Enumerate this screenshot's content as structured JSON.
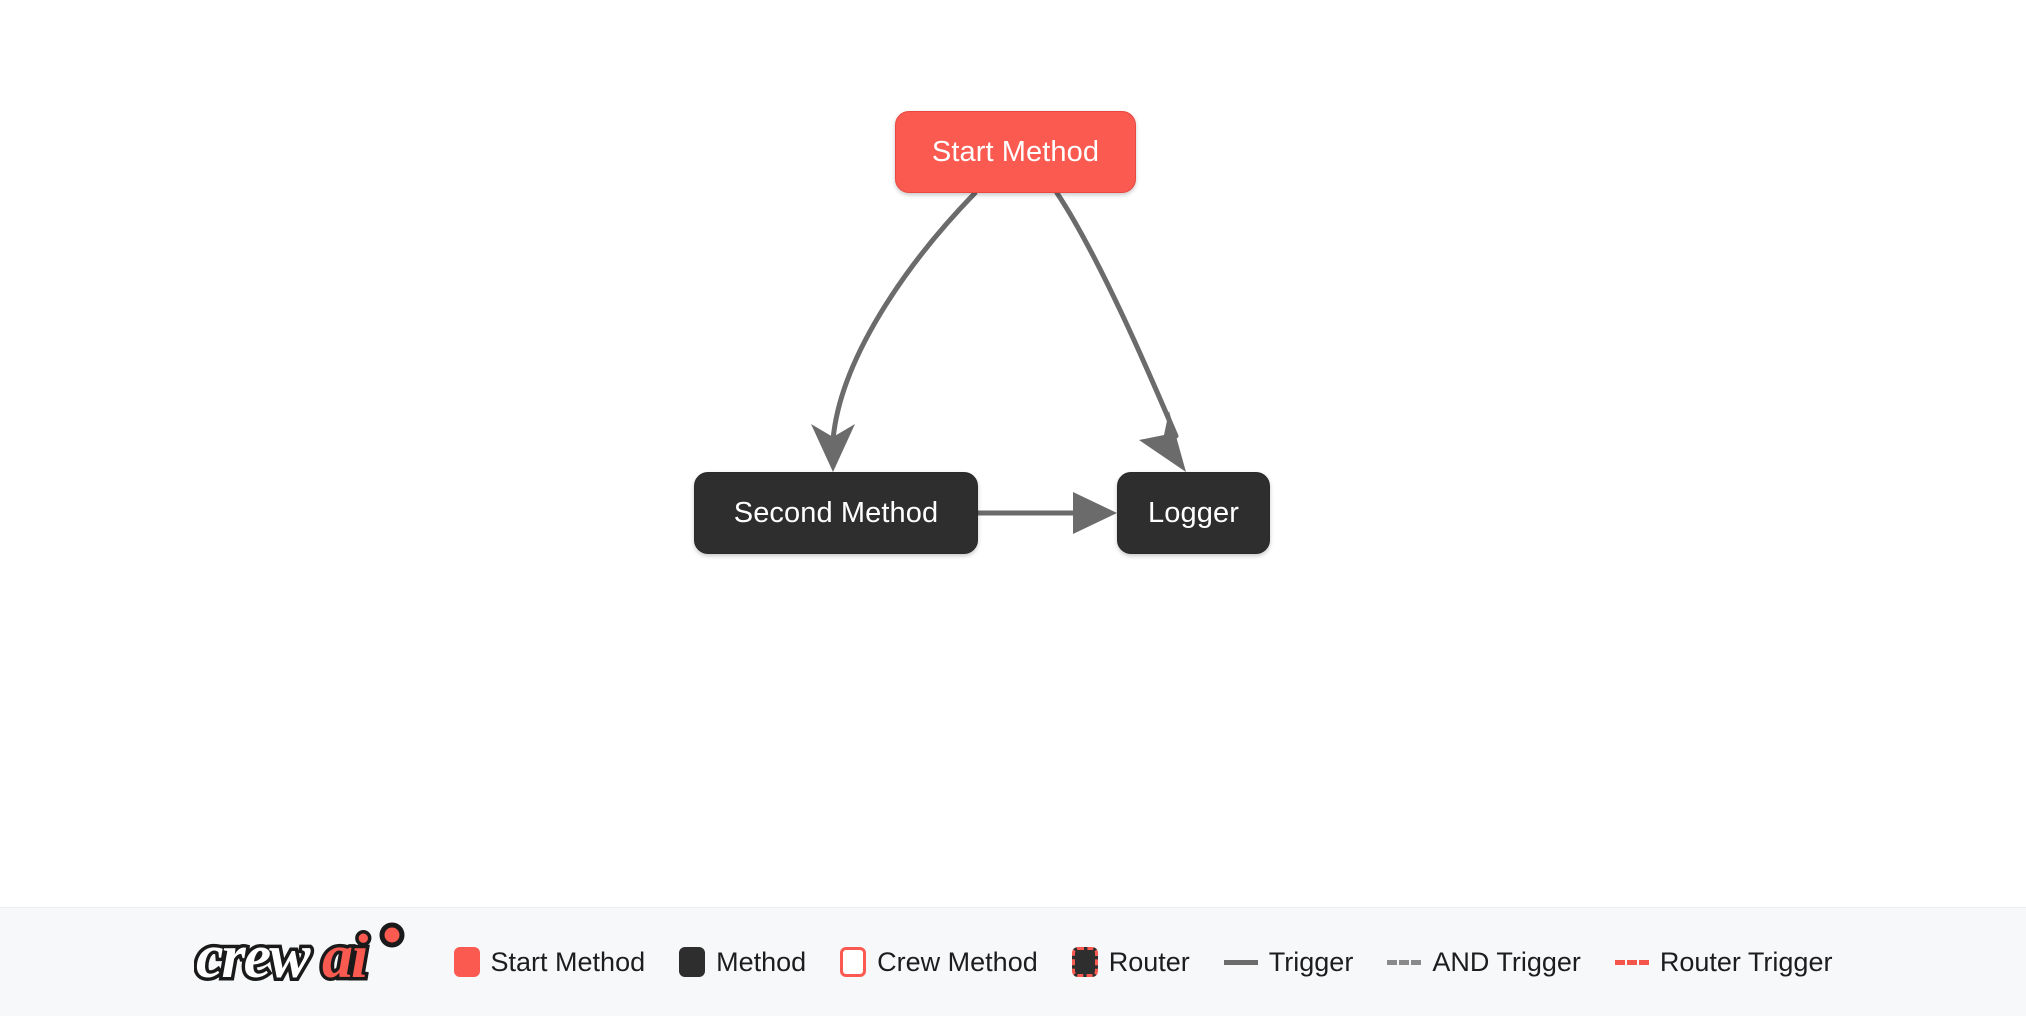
{
  "canvas": {
    "background_color": "#ffffff",
    "nodes": [
      {
        "id": "start",
        "label": "Start Method",
        "type": "start-method",
        "color": "#fb5a50"
      },
      {
        "id": "second",
        "label": "Second Method",
        "type": "method",
        "color": "#2e2e2e"
      },
      {
        "id": "logger",
        "label": "Logger",
        "type": "method",
        "color": "#2e2e2e"
      }
    ],
    "edges": [
      {
        "from": "start",
        "to": "second",
        "style": "trigger",
        "color": "#6b6b6b",
        "shape": "curve"
      },
      {
        "from": "start",
        "to": "logger",
        "style": "trigger",
        "color": "#6b6b6b",
        "shape": "curve"
      },
      {
        "from": "second",
        "to": "logger",
        "style": "trigger",
        "color": "#6b6b6b",
        "shape": "straight"
      }
    ]
  },
  "legend": {
    "background_color": "#f7f8fa",
    "logo": {
      "name": "crewai",
      "text_dark": "crew",
      "text_accent": "ai",
      "accent_color": "#fb5a50"
    },
    "items": [
      {
        "key": "start-method",
        "label": "Start Method",
        "marker": "square-filled",
        "color": "#fb5a50"
      },
      {
        "key": "method",
        "label": "Method",
        "marker": "square-filled",
        "color": "#2e2e2e"
      },
      {
        "key": "crew-method",
        "label": "Crew Method",
        "marker": "square-outline",
        "color": "#fb5a50"
      },
      {
        "key": "router",
        "label": "Router",
        "marker": "square-dashed",
        "color": "#fb5a50"
      },
      {
        "key": "trigger",
        "label": "Trigger",
        "marker": "line-solid",
        "color": "#6b6b6b"
      },
      {
        "key": "and-trigger",
        "label": "AND Trigger",
        "marker": "line-dashed",
        "color": "#8a8a8a"
      },
      {
        "key": "router-trigger",
        "label": "Router Trigger",
        "marker": "line-dashed",
        "color": "#f4564b"
      }
    ]
  }
}
